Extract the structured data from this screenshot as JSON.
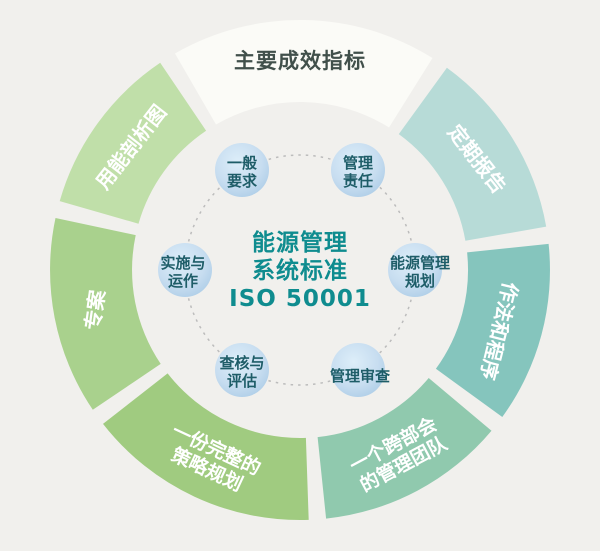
{
  "page": {
    "background": "#f1f0ed"
  },
  "diagram": {
    "center": {
      "line1": "能源管理",
      "line2": "系统标准",
      "line3": "ISO 50001",
      "color": "#0f8c8f"
    },
    "ring": {
      "top": {
        "label": "主要成效指标",
        "fill": "#fbfbf7",
        "text_color": "#41504b"
      },
      "upper_right": {
        "label": "定期报告",
        "fill": "#b7dbd7",
        "text_color": "#ffffff"
      },
      "right": {
        "label": "作法和程序",
        "fill": "#85c5bd",
        "text_color": "#ffffff"
      },
      "lower_right": {
        "line1": "一个跨部会",
        "line2": "的管理团队",
        "fill": "#90c9ae",
        "text_color": "#ffffff"
      },
      "lower_left": {
        "line1": "一份完整的",
        "line2": "策略规划",
        "fill": "#a0cb80",
        "text_color": "#ffffff"
      },
      "left": {
        "label": "专案",
        "fill": "#a9d18d",
        "text_color": "#ffffff"
      },
      "upper_left": {
        "label": "用能剖析图",
        "fill": "#c0dfa9",
        "text_color": "#ffffff"
      }
    },
    "nodes": {
      "general_requirements": {
        "line1": "一般",
        "line2": "要求"
      },
      "management_responsibility": {
        "line1": "管理",
        "line2": "责任"
      },
      "energy_planning": {
        "line1": "能源管理",
        "line2": "规划"
      },
      "management_review": {
        "label": "管理审查"
      },
      "checking_evaluation": {
        "line1": "查核与",
        "line2": "评估"
      },
      "implementation_operation": {
        "line1": "实施与",
        "line2": "运作"
      }
    },
    "node_text_color": "#1e5d68"
  }
}
